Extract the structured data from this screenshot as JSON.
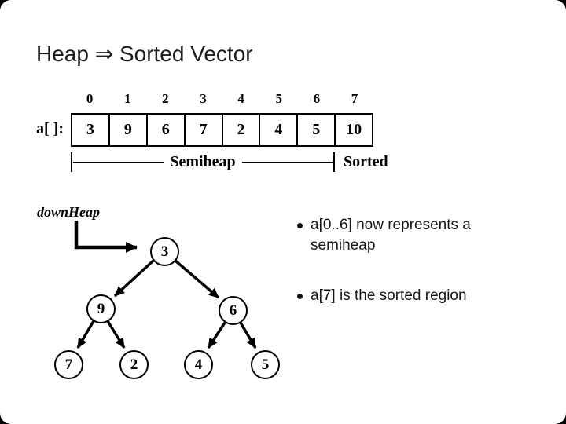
{
  "title": "Heap ⇒ Sorted Vector",
  "array": {
    "label": "a[ ]:",
    "indices": [
      "0",
      "1",
      "2",
      "3",
      "4",
      "5",
      "6",
      "7"
    ],
    "values": [
      "3",
      "9",
      "6",
      "7",
      "2",
      "4",
      "5",
      "10"
    ],
    "semiheap_label": "Semiheap",
    "sorted_label": "Sorted"
  },
  "down_heap_label": "downHeap",
  "tree": {
    "nodes": [
      {
        "value": "3"
      },
      {
        "value": "9"
      },
      {
        "value": "6"
      },
      {
        "value": "7"
      },
      {
        "value": "2"
      },
      {
        "value": "4"
      },
      {
        "value": "5"
      }
    ],
    "edges": [
      "3-9",
      "3-6",
      "9-7",
      "9-2",
      "6-4",
      "6-5"
    ]
  },
  "bullets": [
    "a[0..6] now represents a semiheap",
    "a[7] is the sorted region"
  ],
  "colors": {
    "background": "#ffffff",
    "ink": "#000000"
  }
}
